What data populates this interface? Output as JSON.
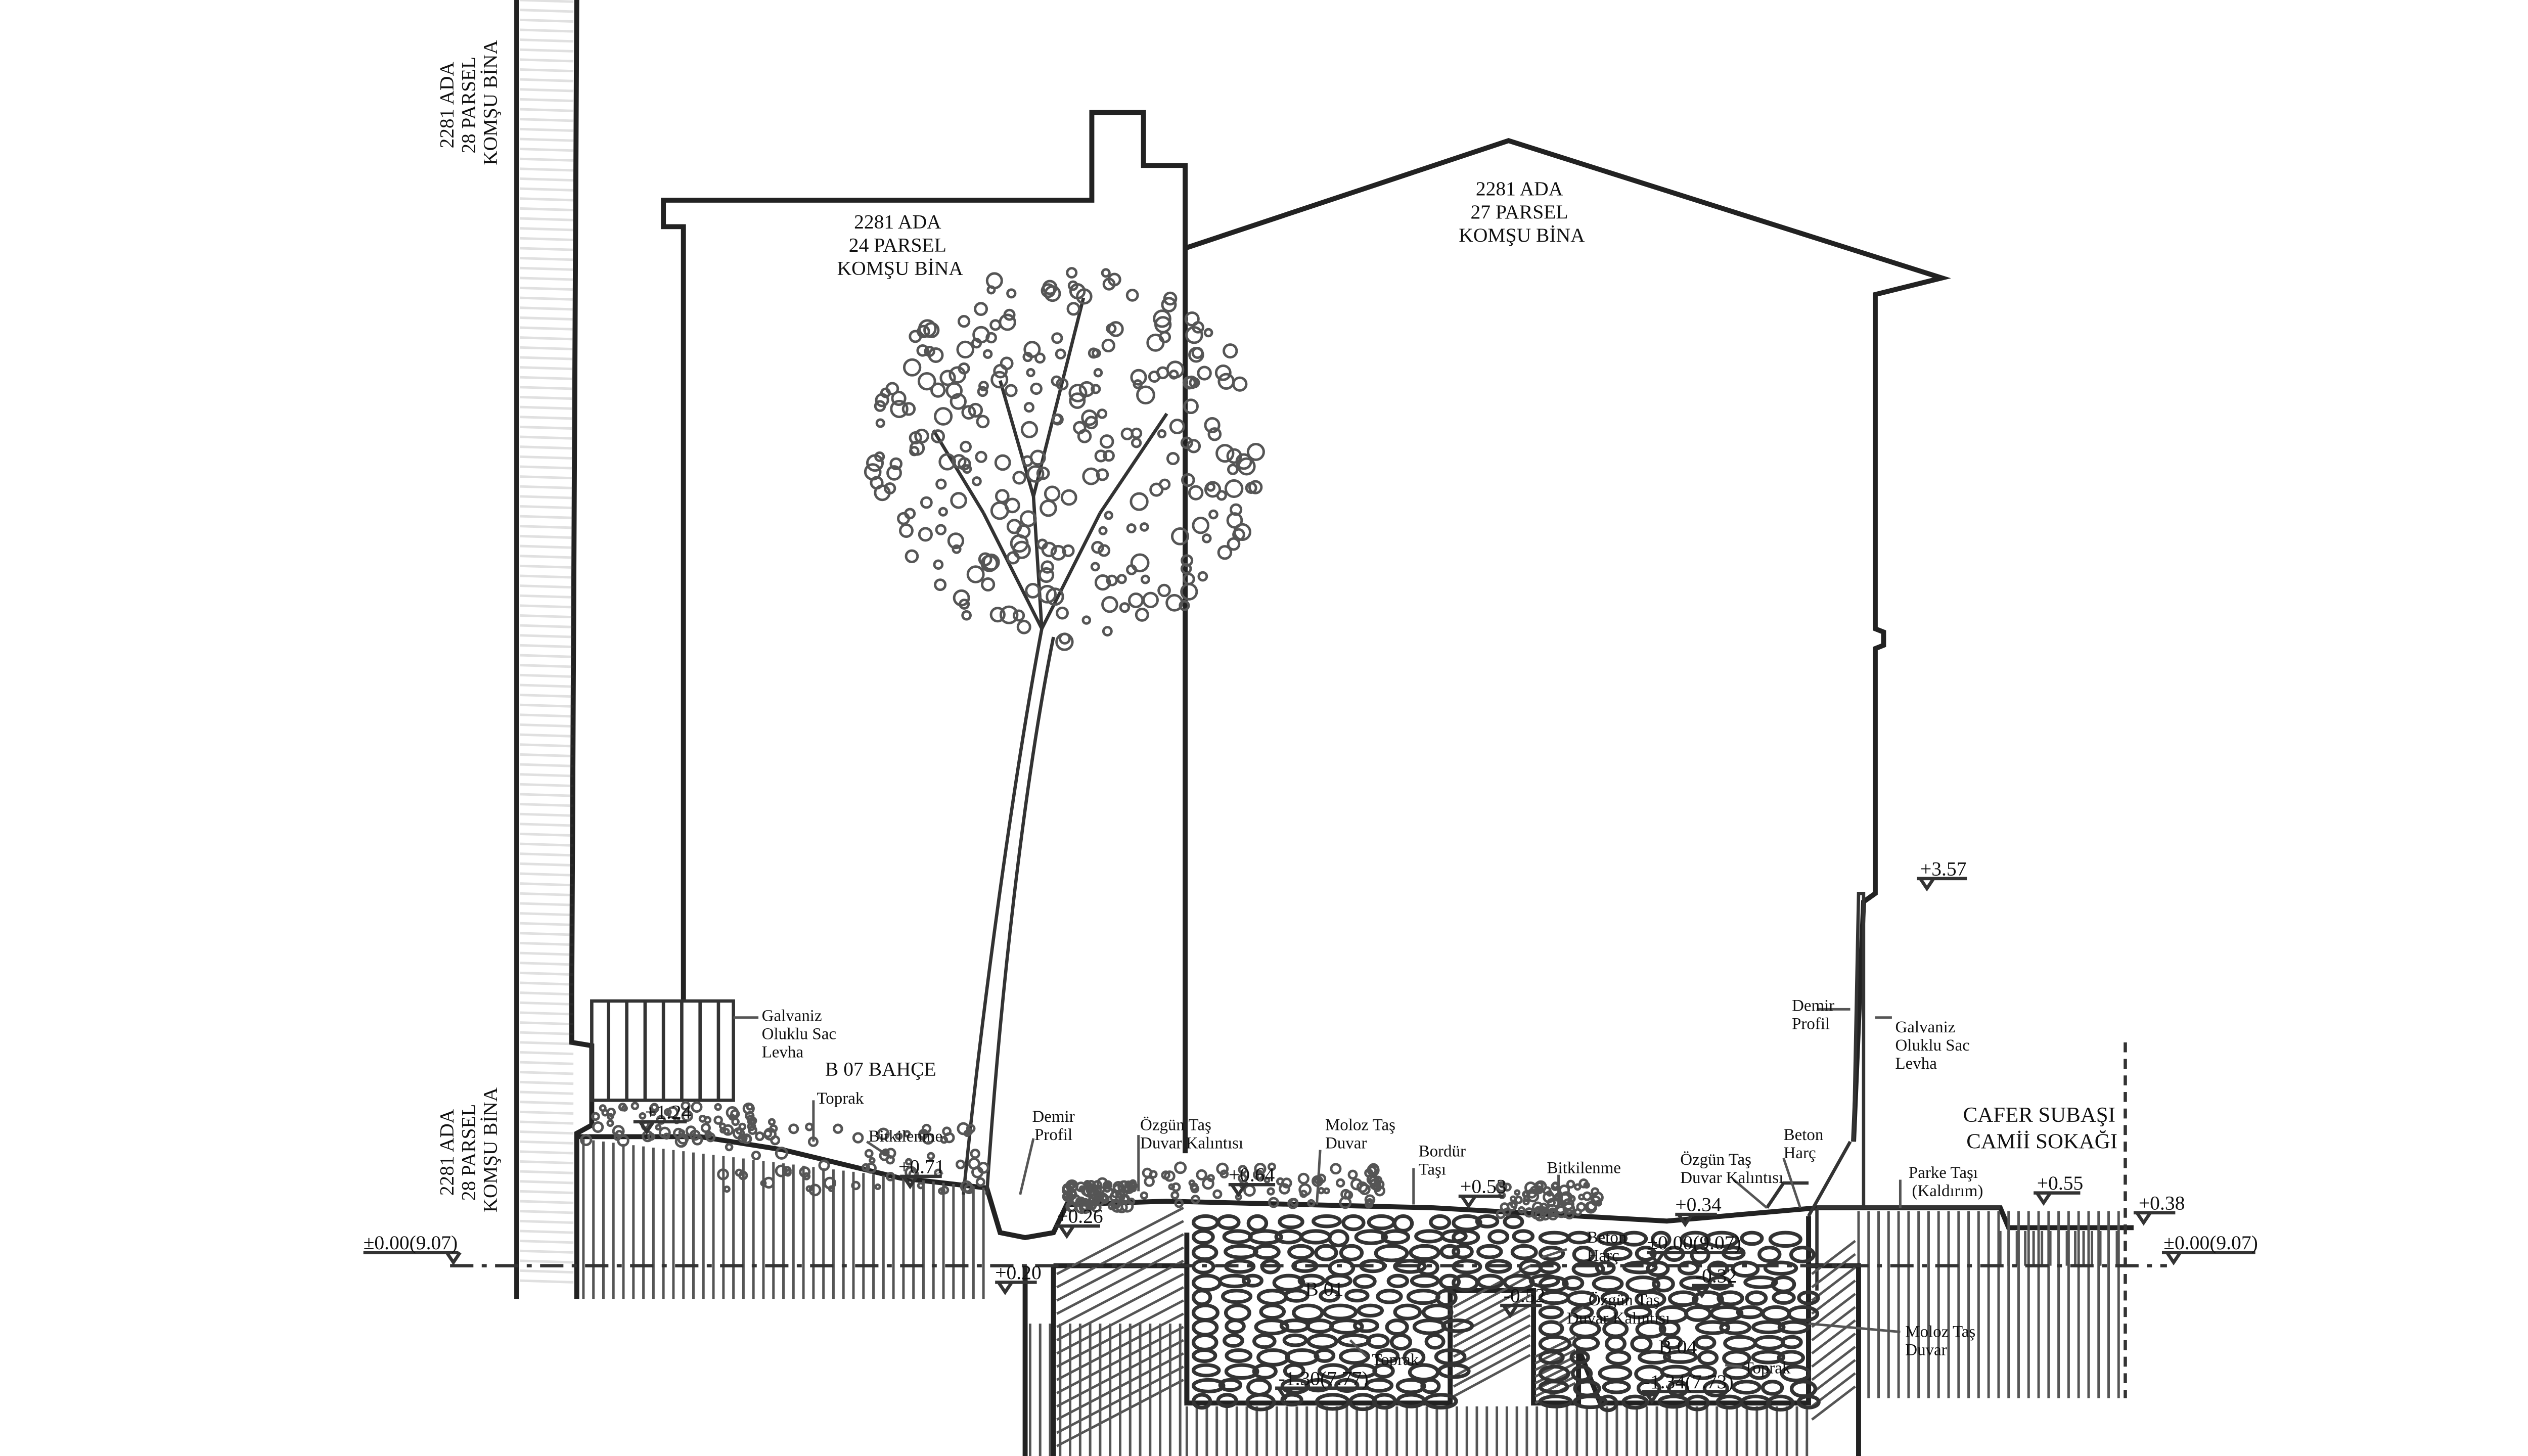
{
  "buildings": {
    "left_top": [
      "2281 ADA",
      "28 PARSEL",
      "KOMŞU BİNA"
    ],
    "left_bottom": [
      "2281 ADA",
      "28 PARSEL",
      "KOMŞU BİNA"
    ],
    "b24": [
      "2281 ADA",
      "24 PARSEL",
      "KOMŞU BİNA"
    ],
    "b27": [
      "2281 ADA",
      "27 PARSEL",
      "KOMŞU BİNA"
    ]
  },
  "street": [
    "CAFER SUBAŞI",
    "CAMİİ SOKAĞI"
  ],
  "areas": {
    "garden": "B 07 BAHÇE",
    "b01": "B 01",
    "b04": "B 04"
  },
  "labels": {
    "galv_left": [
      "Galvaniz",
      "Oluklu Sac",
      "Levha"
    ],
    "toprak_top": "Toprak",
    "bitkilenme_left": "Bitkilenme",
    "demir_profil_low": [
      "Demir",
      "Profil"
    ],
    "ozgun_tas_left": [
      "Özgün Taş",
      "Duvar Kalıntısı"
    ],
    "moloz_tas_top": [
      "Moloz Taş",
      "Duvar"
    ],
    "bordur_tasi": [
      "Bordür",
      "Taşı"
    ],
    "bitkilenme_right": "Bitkilenme",
    "ozgun_tas_right": [
      "Özgün Taş",
      "Duvar Kalıntısı"
    ],
    "beton_harc_top": [
      "Beton",
      "Harç"
    ],
    "demir_profil_right": [
      "Demir",
      "Profil"
    ],
    "galv_right": [
      "Galvaniz",
      "Oluklu Sac",
      "Levha"
    ],
    "parke_tasi": [
      "Parke Taşı",
      "(Kaldırım)"
    ],
    "beton_harc_mid": [
      "Beton",
      "Harç"
    ],
    "ozgun_tas_mid": [
      "Özgün Taş",
      "Duvar Kalıntısı"
    ],
    "moloz_tas_right": [
      "Moloz Taş",
      "Duvar"
    ],
    "toprak_b01": "Toprak",
    "toprak_b04": "Toprak"
  },
  "levels": {
    "l124": "+1.24",
    "l071": "+0.71",
    "l026": "+0.26",
    "l020": "+0.20",
    "l064": "+0.64",
    "l053": "+0.53",
    "l034": "+0.34",
    "l000_mid": "±0.00(9.07)",
    "l032": "-0.32",
    "l052": "-0.52",
    "l357": "+3.57",
    "l055": "+0.55",
    "l038": "+0.38",
    "l000_left": "±0.00(9.07)",
    "l000_right": "±0.00(9.07)",
    "l130": "-1.30(7.77)",
    "l134": "-1.34(7.73)"
  }
}
